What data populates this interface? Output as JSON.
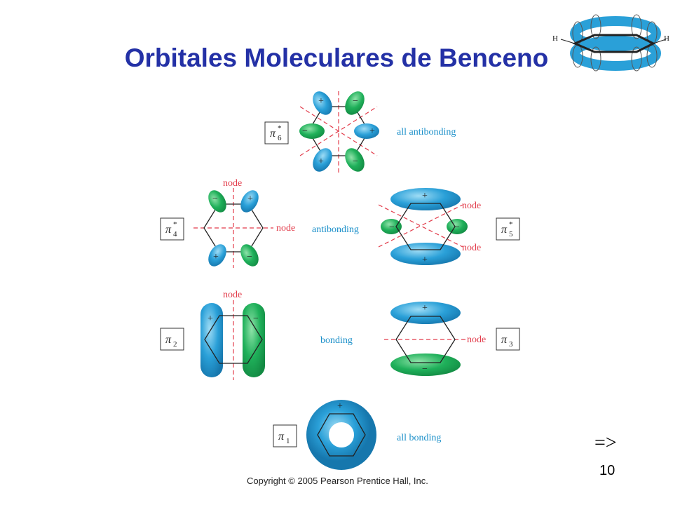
{
  "slide": {
    "title": "Orbitales Moleculares de Benceno",
    "slide_number": "10",
    "next_arrow": "=>",
    "copyright": "Copyright © 2005 Pearson Prentice Hall, Inc."
  },
  "orbitals": {
    "pi6": {
      "symbol": "π",
      "sub": "6",
      "sup": "*",
      "description": "all antibonding"
    },
    "pi4": {
      "symbol": "π",
      "sub": "4",
      "sup": "*",
      "node_top": "node",
      "node_side": "node"
    },
    "pi5": {
      "symbol": "π",
      "sub": "5",
      "sup": "*",
      "node_a": "node",
      "node_b": "node"
    },
    "pair45_label": "antibonding",
    "pi2": {
      "symbol": "π",
      "sub": "2",
      "node_top": "node"
    },
    "pi3": {
      "symbol": "π",
      "sub": "3",
      "node_side": "node"
    },
    "pair23_label": "bonding",
    "pi1": {
      "symbol": "π",
      "sub": "1",
      "description": "all bonding"
    }
  },
  "colors": {
    "title": "#2431a6",
    "blue_lobe": "#2aa0d8",
    "green_lobe": "#1fb05a",
    "label": "#1a8fc9",
    "node": "#e23b4a"
  }
}
